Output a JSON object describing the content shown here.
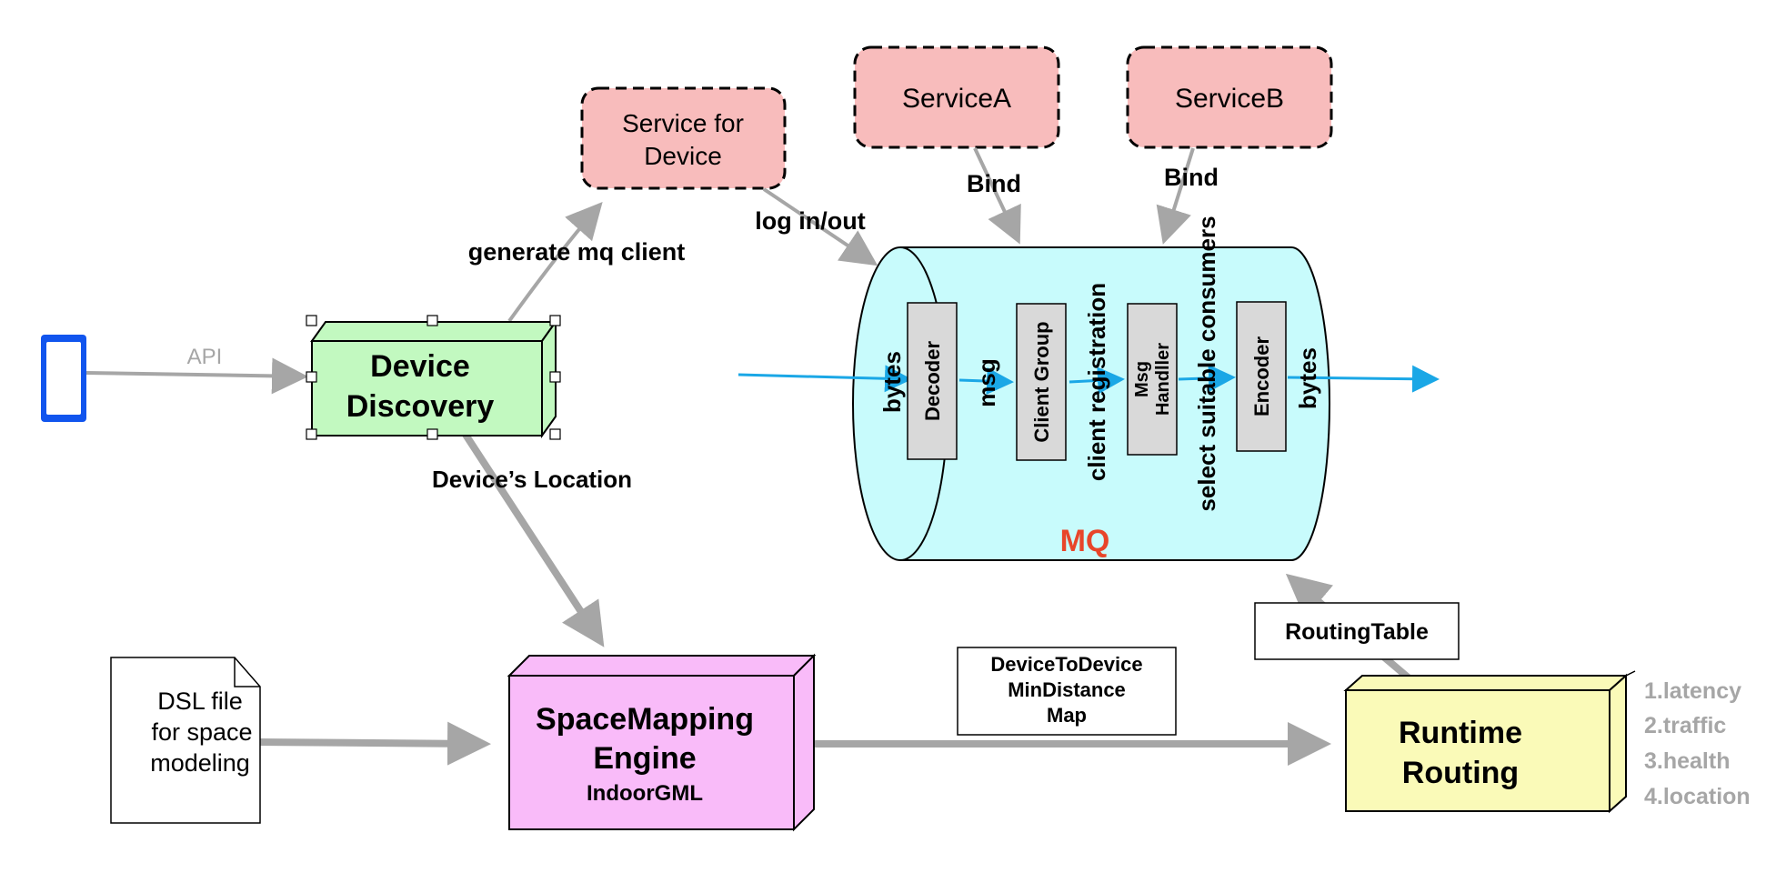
{
  "colors": {
    "arrow_gray": "#a6a6a6",
    "flow_blue": "#1aa7e6",
    "service_pink": "#f8bcbc",
    "device_green": "#c2f9c0",
    "space_pink": "#f9bbf9",
    "runtime_yellow": "#fafab8",
    "mq_cyan": "#c8fbfc",
    "component_gray": "#d9d9d9",
    "mq_red": "#e8452a",
    "phone_blue": "#1155ee"
  },
  "nodes": {
    "service_device": {
      "line1": "Service for",
      "line2": "Device"
    },
    "service_a": {
      "label": "ServiceA"
    },
    "service_b": {
      "label": "ServiceB"
    },
    "device_discovery": {
      "line1": "Device",
      "line2": "Discovery"
    },
    "space_mapping": {
      "line1": "SpaceMapping",
      "line2": "Engine",
      "sub": "IndoorGML"
    },
    "runtime_routing": {
      "line1": "Runtime",
      "line2": "Routing"
    },
    "dsl_file": {
      "line1": "DSL file",
      "line2": "for space",
      "line3": "modeling"
    },
    "routing_table": {
      "label": "RoutingTable"
    },
    "d2d_box": {
      "line1": "DeviceToDevice",
      "line2": "MinDistance",
      "line3": "Map"
    },
    "mq": {
      "label": "MQ",
      "decoder": "Decoder",
      "client_group": "Client Group",
      "msg_handler_1": "Msg",
      "msg_handler_2": "Handller",
      "encoder": "Encoder"
    }
  },
  "edge_labels": {
    "api": "API",
    "generate_mq_client": "generate mq client",
    "log_in_out": "log in/out",
    "bind_a": "Bind",
    "bind_b": "Bind",
    "device_location": "Device’s Location",
    "bytes_in": "bytes",
    "msg": "msg",
    "client_registration": "client registration",
    "select_consumers": "select suitable consumers",
    "bytes_out": "bytes"
  },
  "routing_factors": [
    "1.latency",
    "2.traffic",
    "3.health",
    "4.location"
  ]
}
